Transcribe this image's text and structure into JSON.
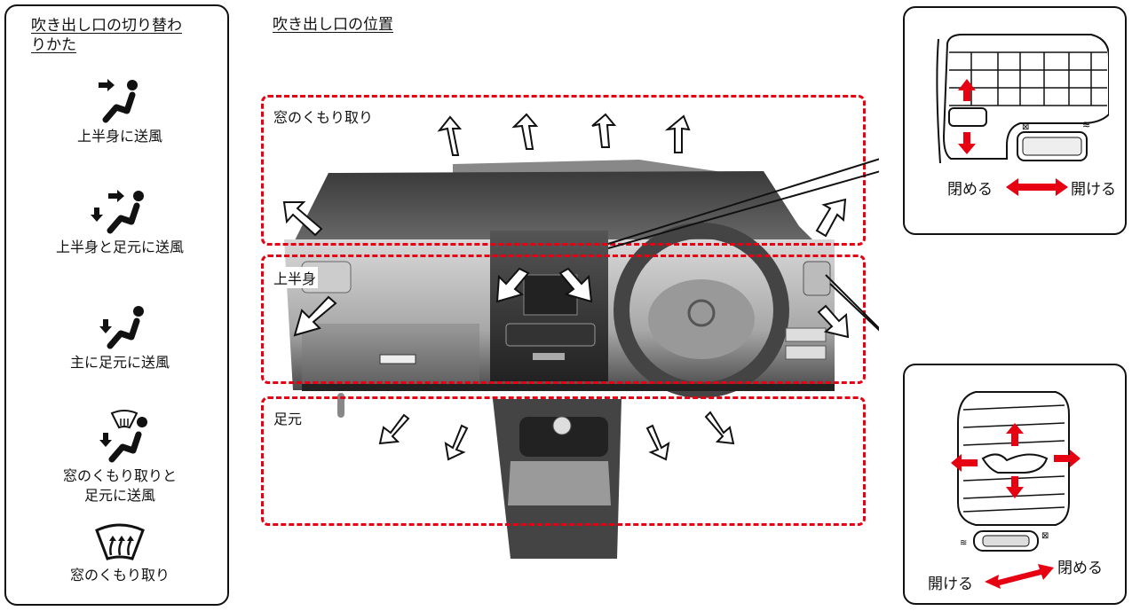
{
  "left_panel": {
    "title": "吹き出し口の切り替わりかた",
    "title_line1": "吹き出し口の切り替わ",
    "title_line2": "りかた",
    "modes": [
      {
        "icon": "upper-body-vent-icon",
        "label": "上半身に送風"
      },
      {
        "icon": "bi-level-vent-icon",
        "label": "上半身と足元に送風"
      },
      {
        "icon": "foot-vent-icon",
        "label": "主に足元に送風"
      },
      {
        "icon": "defrost-foot-vent-icon",
        "label_line1": "窓のくもり取りと",
        "label_line2": "足元に送風"
      },
      {
        "icon": "defrost-icon",
        "label": "窓のくもり取り"
      }
    ]
  },
  "center": {
    "title": "吹き出し口の位置",
    "zones": [
      {
        "id": "defrost",
        "label": "窓のくもり取り",
        "color": "#e60012"
      },
      {
        "id": "upper",
        "label": "上半身",
        "color": "#e60012"
      },
      {
        "id": "foot",
        "label": "足元",
        "color": "#e60012"
      }
    ]
  },
  "callout_center_vent": {
    "close_label": "閉める",
    "open_label": "開ける",
    "arrow_color": "#e60012"
  },
  "callout_side_vent": {
    "close_label": "閉める",
    "open_label": "開ける",
    "arrow_color": "#e60012"
  }
}
